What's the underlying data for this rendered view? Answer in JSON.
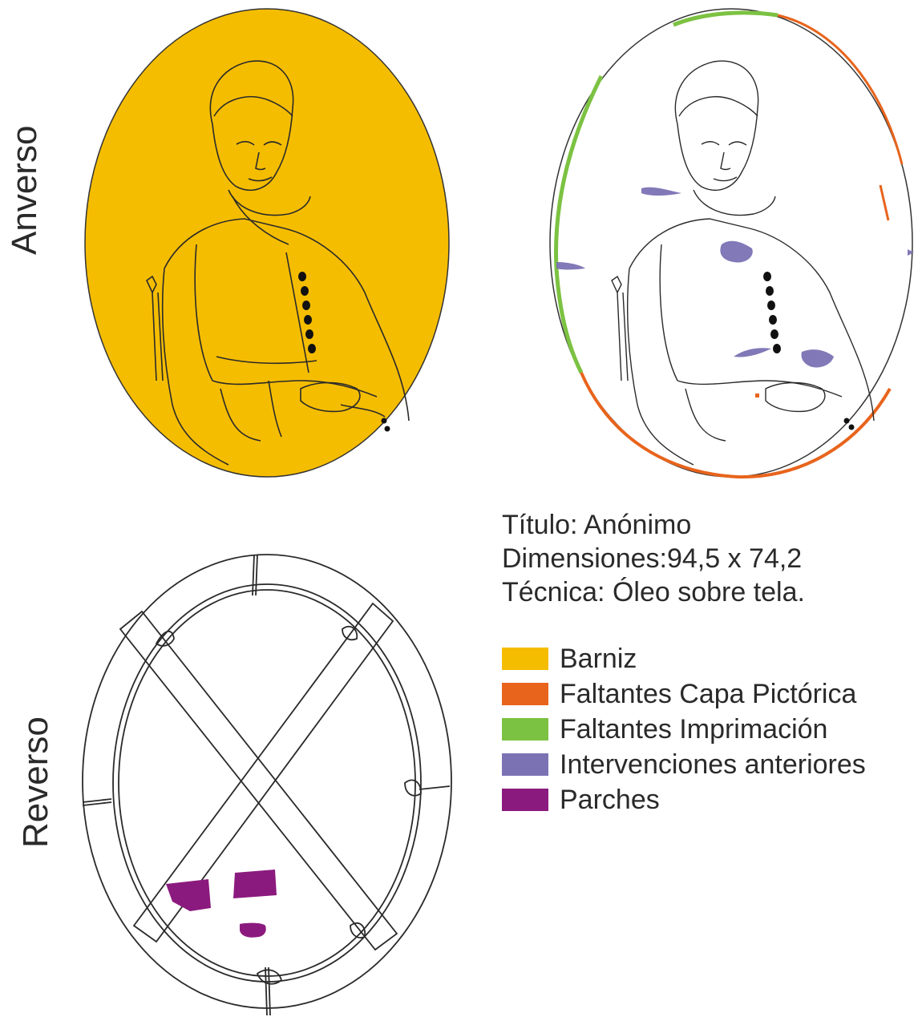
{
  "labels": {
    "front": "Anverso",
    "back": "Reverso"
  },
  "info": {
    "title": "Título: Anónimo",
    "dimensions": "Dimensiones:94,5 x 74,2",
    "technique": "Técnica: Óleo sobre tela."
  },
  "legend": [
    {
      "label": "Barniz",
      "color": "#f5bd00"
    },
    {
      "label": "Faltantes Capa Pictórica",
      "color": "#e8641c"
    },
    {
      "label": "Faltantes Imprimación",
      "color": "#7cc242"
    },
    {
      "label": "Intervenciones anteriores",
      "color": "#7b72b4"
    },
    {
      "label": "Parches",
      "color": "#8b1a7e"
    }
  ]
}
